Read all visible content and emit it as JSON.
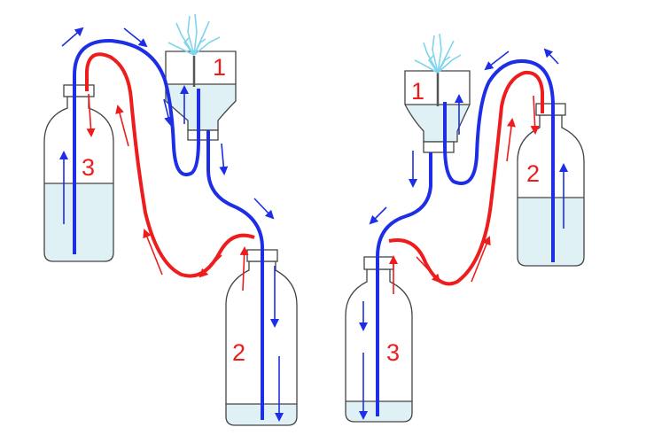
{
  "colors": {
    "water": "#dff1f5",
    "outline": "#444444",
    "blue_tube": "#1d2ee6",
    "red_tube": "#ee1c1c",
    "spray": "#7fd4ee",
    "background": "#ffffff"
  },
  "left_assembly": {
    "bowl_label": "1",
    "bottom_bottle_label": "2",
    "top_bottle_label": "3"
  },
  "right_assembly": {
    "bowl_label": "1",
    "top_bottle_label": "2",
    "bottom_bottle_label": "3"
  }
}
